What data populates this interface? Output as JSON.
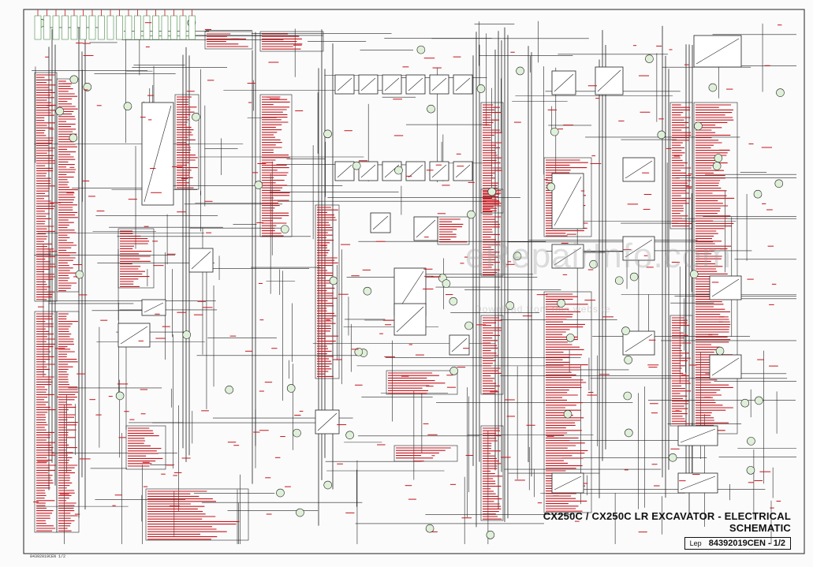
{
  "title": "CX250C / CX250C LR EXCAVATOR - ELECTRICAL SCHEMATIC",
  "reference": {
    "prefix": "Lep",
    "code": "84392019CEN - 1/2"
  },
  "watermark": "eRepairInfo.com",
  "watermark_sub": "Download from this website",
  "footer_code": "84392019CEN 1/2",
  "colors": {
    "wire": "#222222",
    "label": "#c4161c",
    "component_fill": "#ffffff",
    "node_fill": "#dff0d8",
    "background": "#fbfbfb"
  }
}
